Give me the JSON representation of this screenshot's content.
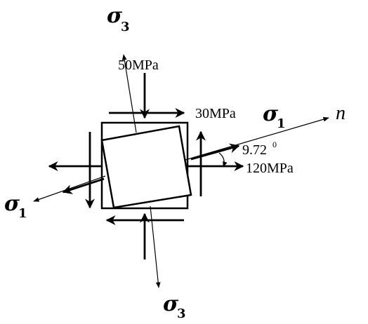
{
  "labels": {
    "sigma3_top": {
      "symbol": "σ",
      "sub": "3"
    },
    "sigma3_bottom": {
      "symbol": "σ",
      "sub": "3"
    },
    "sigma1_right": {
      "symbol": "σ",
      "sub": "1"
    },
    "sigma1_left": {
      "symbol": "σ",
      "sub": "1"
    },
    "n_axis": "n",
    "stress_50": "50MPa",
    "stress_30": "30MPa",
    "stress_120": "120MPa",
    "angle": {
      "value": "9.72",
      "sup": "0"
    }
  }
}
